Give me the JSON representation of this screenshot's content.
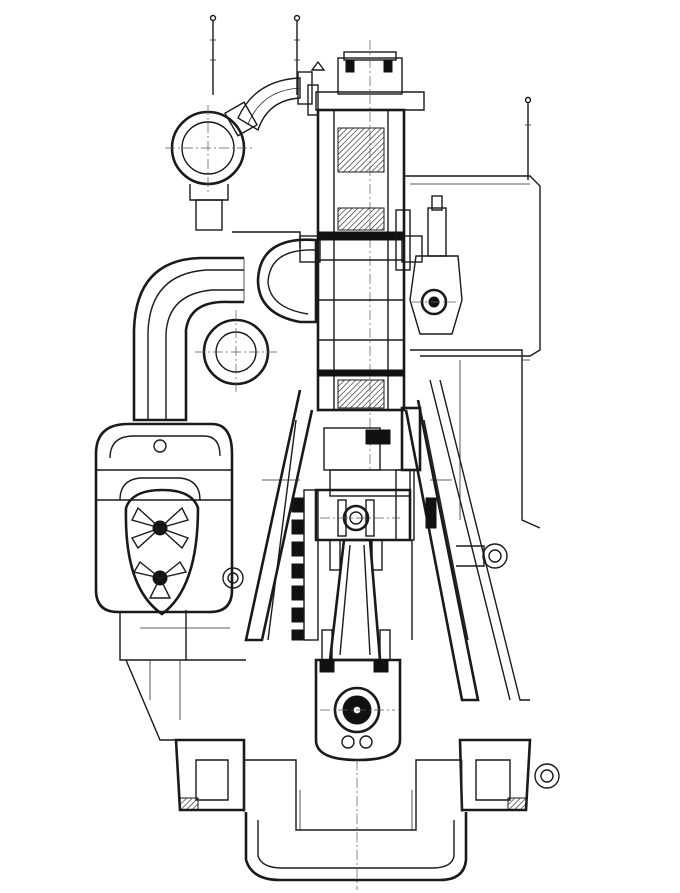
{
  "drawing": {
    "kind": "engine cross-section line drawing",
    "colors": {
      "ink": "#1a1a1a",
      "paper": "#ffffff",
      "centerline": "#555555"
    },
    "parts": [
      "exhaust-pipe-bend",
      "exhaust-manifold-circle",
      "cylinder-liner",
      "cylinder-cover",
      "scavenge-air-receiver",
      "scavenge-duct",
      "air-cooler-box",
      "blower-rotors",
      "crosshead",
      "connecting-rod",
      "crankshaft",
      "bedplate",
      "a-frame-column",
      "fuel-pump",
      "camshaft-housing",
      "stay-bolts"
    ]
  }
}
